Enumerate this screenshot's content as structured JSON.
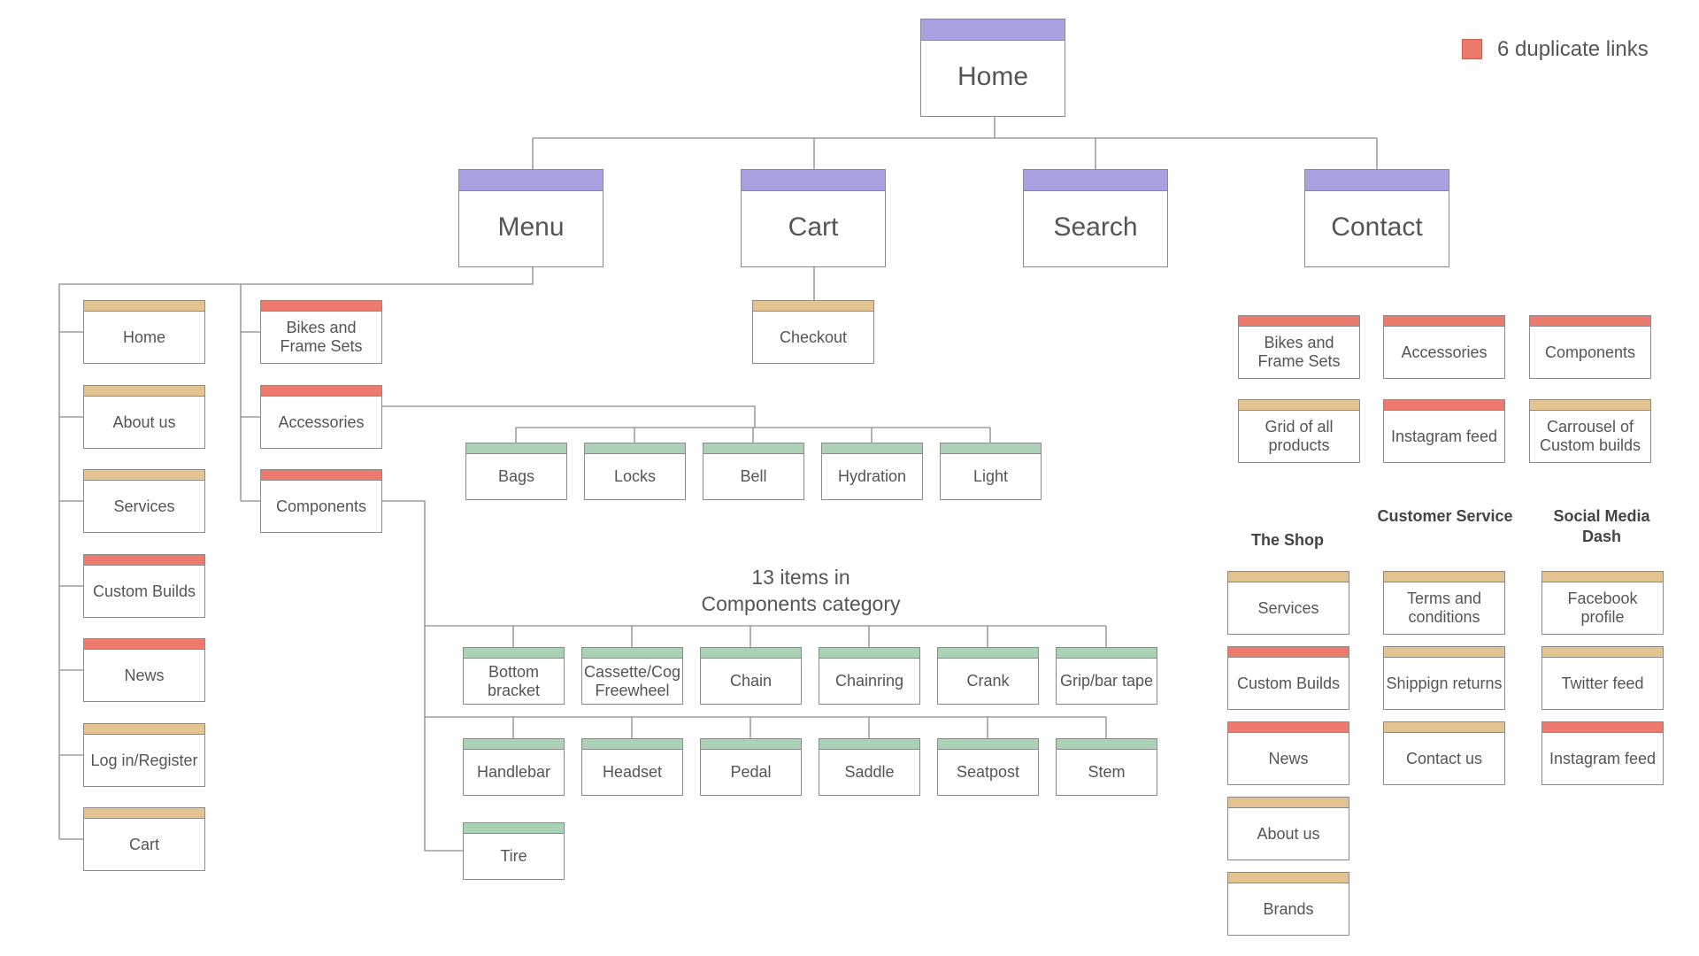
{
  "legend": {
    "color": "#ec7b6d",
    "label": "6 duplicate links"
  },
  "colors": {
    "primary": "#a7a1e0",
    "page": "#e3c491",
    "duplicate": "#ec7b6d",
    "category_item": "#abd2b4"
  },
  "top": {
    "home": "Home",
    "menu": "Menu",
    "cart": "Cart",
    "search": "Search",
    "contact": "Contact"
  },
  "menu_items": [
    "Home",
    "About us",
    "Services",
    "Custom Builds",
    "News",
    "Log in/Register",
    "Cart"
  ],
  "menu_categories": [
    "Bikes and Frame Sets",
    "Accessories",
    "Components"
  ],
  "checkout": "Checkout",
  "accessories_items": [
    "Bags",
    "Locks",
    "Bell",
    "Hydration",
    "Light"
  ],
  "components_caption": [
    "13 items in",
    "Components category"
  ],
  "components_row1": [
    "Bottom bracket",
    "Cassette/Cog Freewheel",
    "Chain",
    "Chainring",
    "Crank",
    "Grip/bar tape"
  ],
  "components_row2": [
    "Handlebar",
    "Headset",
    "Pedal",
    "Saddle",
    "Seatpost",
    "Stem"
  ],
  "components_row3": [
    "Tire"
  ],
  "contact_top": [
    "Bikes and Frame Sets",
    "Accessories",
    "Components",
    "Grid of all products",
    "Instagram feed",
    "Carrousel of Custom builds"
  ],
  "footer": {
    "shop": {
      "heading": "The Shop",
      "items": [
        "Services",
        "Custom Builds",
        "News",
        "About us",
        "Brands"
      ]
    },
    "service": {
      "heading": "Customer Service",
      "items": [
        "Terms and conditions",
        "Shippign returns",
        "Contact us"
      ]
    },
    "social": {
      "heading": "Social Media Dash",
      "items": [
        "Facebook profile",
        "Twitter feed",
        "Instagram feed"
      ]
    }
  }
}
